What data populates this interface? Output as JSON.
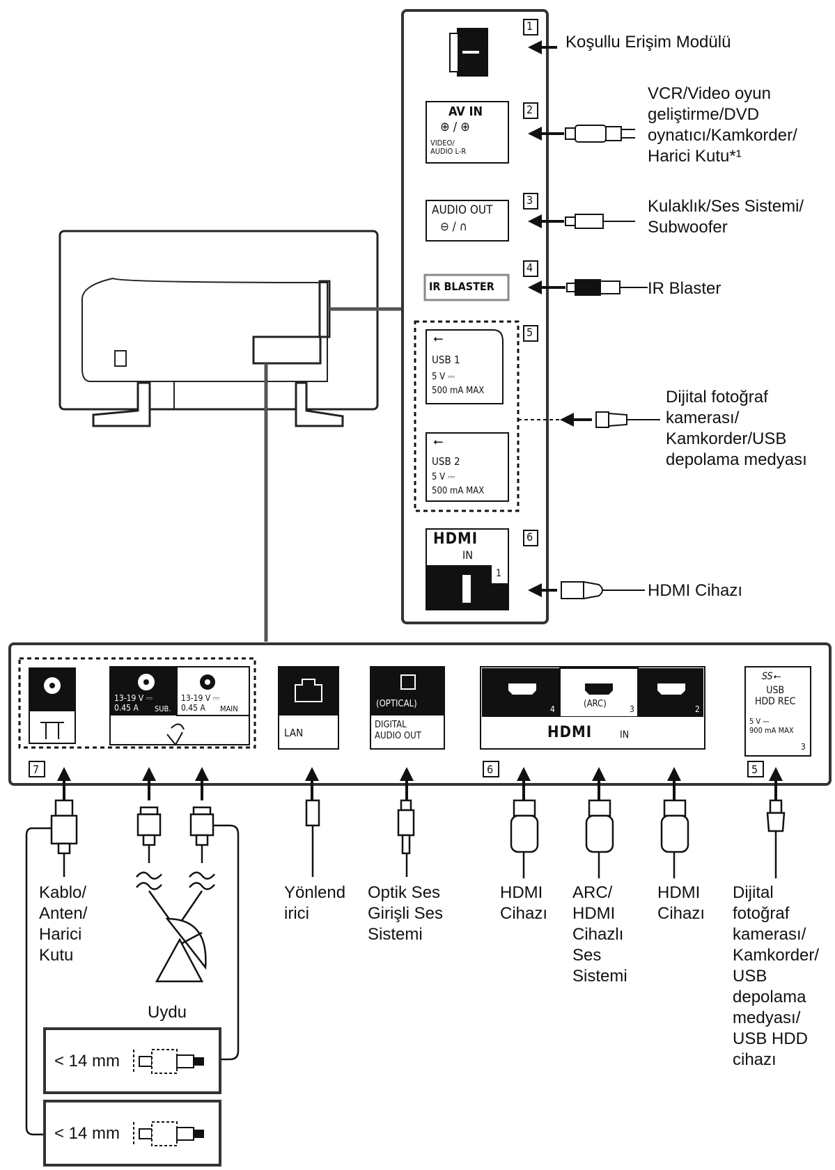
{
  "side_panel": {
    "ports": [
      {
        "num": "1",
        "label": "Koşullu Erişim Modülü"
      },
      {
        "num": "2",
        "port_title": "AV IN",
        "port_sub": "VIDEO/\nAUDIO L-R",
        "label": "VCR/Video oyun\ngeliştirme/DVD\noynatıcı/Kamkorder/\nHarici Kutu*¹"
      },
      {
        "num": "3",
        "port_title": "AUDIO OUT",
        "label": "Kulaklık/Ses Sistemi/\nSubwoofer"
      },
      {
        "num": "4",
        "port_title": "IR BLASTER",
        "label": "IR Blaster"
      },
      {
        "num": "5",
        "usb1_title": "USB 1",
        "usb2_title": "USB 2",
        "usb_power": "5 V ⎓",
        "usb_current": "500 mA MAX",
        "label": "Dijital fotoğraf\nkamerası/\nKamkorder/USB\ndepolama medyası"
      },
      {
        "num": "6",
        "hdmi_in": "IN",
        "hdmi_port": "1",
        "label": "HDMI Cihazı"
      }
    ]
  },
  "bottom_panel": {
    "section7_num": "7",
    "sat_sub": "13-19 V ⎓\n0.45 A",
    "sat_sub_tag": "SUB.",
    "sat_main": "13-19 V ⎓\n0.45 A",
    "sat_main_tag": "MAIN",
    "lan": "LAN",
    "optical": "(OPTICAL)",
    "digital_audio_out": "DIGITAL\nAUDIO OUT",
    "section6_num": "6",
    "hdmi_ports": [
      "4",
      "3",
      "2"
    ],
    "arc": "(ARC)",
    "hdmi_in": "IN",
    "section5_num": "5",
    "usb_hdd": "USB\nHDD REC",
    "usb_hdd_power": "5 V ⎓\n900 mA MAX",
    "usb_hdd_num": "3"
  },
  "bottom_labels": {
    "cable": "Kablo/\nAnten/\nHarici\nKutu",
    "router": "Yönlend\nirici",
    "optical": "Optik Ses\nGirişli Ses\nSistemi",
    "hdmi1": "HDMI\nCihazı",
    "arc": "ARC/\nHDMI\nCihazlı\nSes\nSistemi",
    "hdmi2": "HDMI\nCihazı",
    "usb": "Dijital\nfotoğraf\nkamerası/\nKamkorder/\nUSB\ndepolama\nmedyası/\nUSB HDD\ncihazı",
    "satellite": "Uydu",
    "conn_size_1": "< 14 mm",
    "conn_size_2": "< 14 mm"
  }
}
